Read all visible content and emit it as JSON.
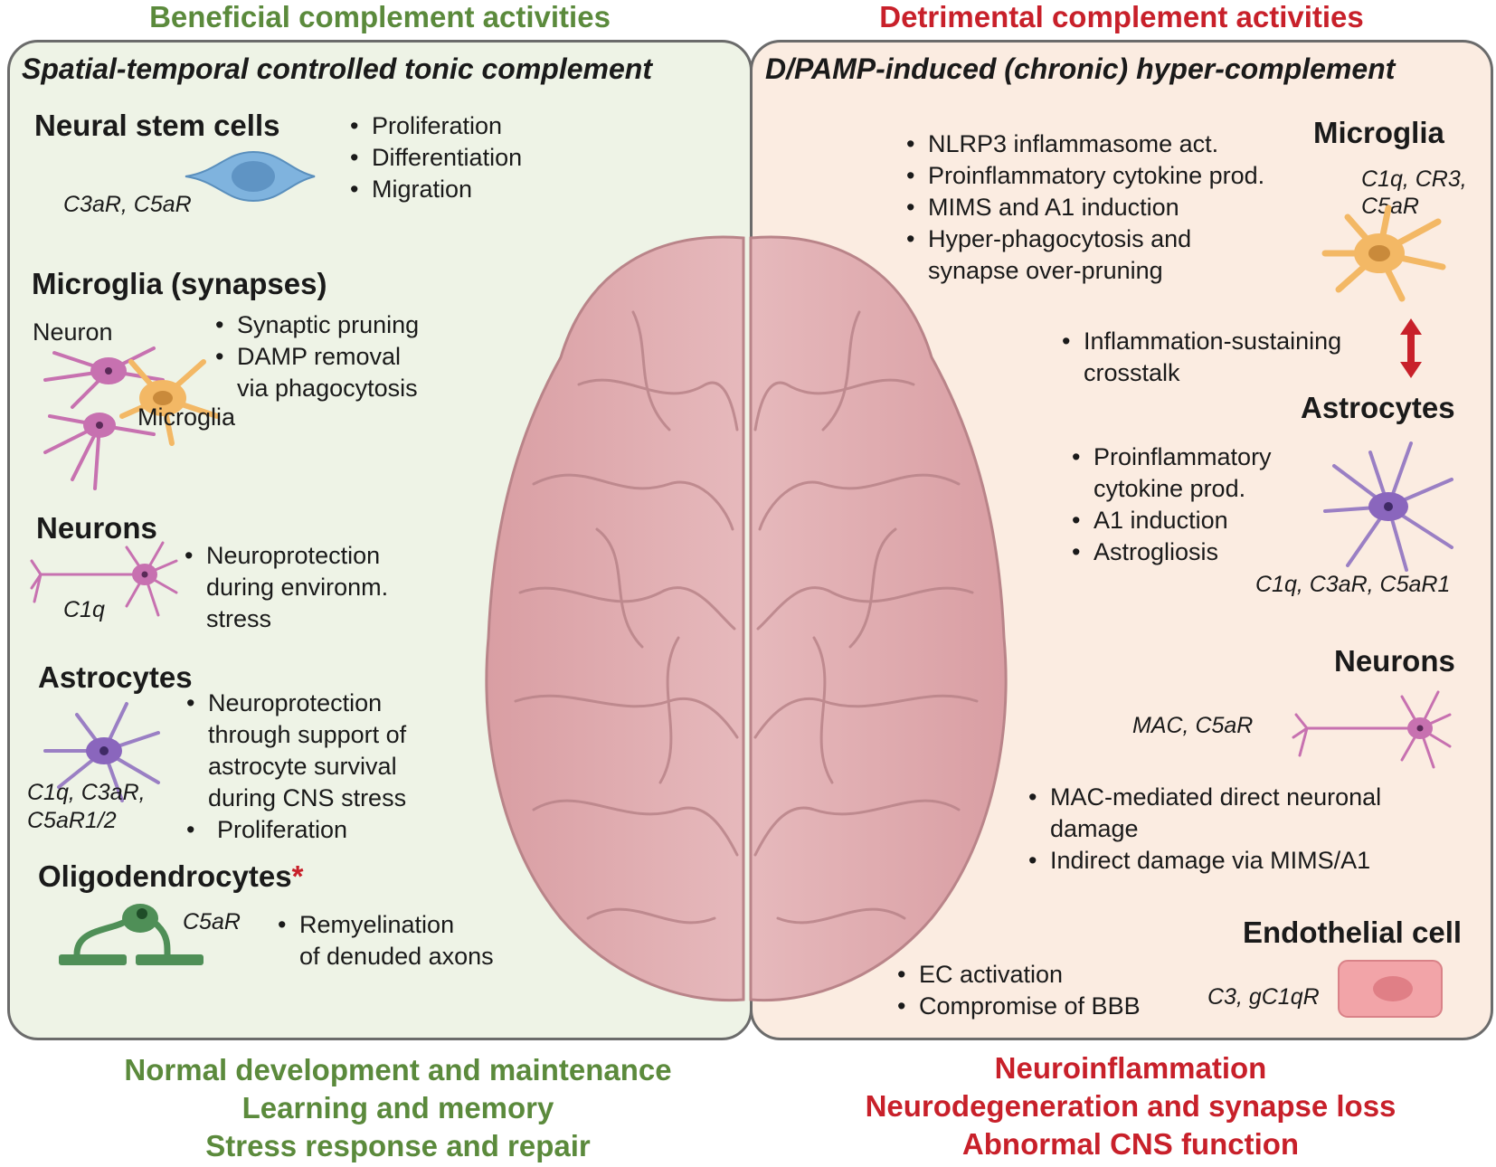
{
  "headers": {
    "left": "Beneficial complement activities",
    "right": "Detrimental complement activities"
  },
  "left_panel": {
    "subtitle": "Spatial-temporal controlled tonic complement",
    "neural_stem_cells": {
      "title": "Neural stem cells",
      "receptors": "C3aR, C5aR",
      "bullets": [
        "Proliferation",
        "Differentiation",
        "Migration"
      ]
    },
    "microglia_synapses": {
      "title": "Microglia (synapses)",
      "neuron_label": "Neuron",
      "microglia_label": "Microglia",
      "bullets": [
        "Synaptic pruning",
        "DAMP removal",
        "via phagocytosis"
      ]
    },
    "neurons": {
      "title": "Neurons",
      "receptors": "C1q",
      "bullets": [
        "Neuroprotection",
        "during environm.",
        "stress"
      ]
    },
    "astrocytes": {
      "title": "Astrocytes",
      "receptors_1": "C1q, C3aR,",
      "receptors_2": "C5aR1/2",
      "bullets": [
        "Neuroprotection",
        "through support of",
        "astrocyte survival",
        "during CNS stress",
        "Proliferation"
      ]
    },
    "oligodendrocytes": {
      "title": "Oligodendrocytes",
      "star": "*",
      "receptors": "C5aR",
      "bullets": [
        "Remyelination",
        "of denuded axons"
      ]
    }
  },
  "right_panel": {
    "subtitle": "D/PAMP-induced (chronic) hyper-complement",
    "microglia": {
      "title": "Microglia",
      "receptors_1": "C1q, CR3,",
      "receptors_2": "C5aR",
      "bullets": [
        "NLRP3 inflammasome act.",
        "Proinflammatory cytokine prod.",
        "MIMS and A1 induction",
        "Hyper-phagocytosis and",
        "synapse over-pruning"
      ]
    },
    "crosstalk": {
      "bullets": [
        "Inflammation-sustaining",
        "crosstalk"
      ]
    },
    "astrocytes": {
      "title": "Astrocytes",
      "receptors": "C1q, C3aR, C5aR1",
      "bullets": [
        "Proinflammatory",
        "cytokine prod.",
        "A1 induction",
        "Astrogliosis"
      ]
    },
    "neurons": {
      "title": "Neurons",
      "receptors": "MAC, C5aR",
      "bullets": [
        "MAC-mediated direct neuronal",
        "damage",
        "Indirect damage via MIMS/A1"
      ]
    },
    "endothelial": {
      "title": "Endothelial cell",
      "receptors": "C3, gC1qR",
      "bullets": [
        "EC activation",
        "Compromise of BBB"
      ]
    }
  },
  "outcomes": {
    "left": [
      "Normal development and maintenance",
      "Learning and memory",
      "Stress response and repair"
    ],
    "right": [
      "Neuroinflammation",
      "Neurodegeneration and synapse loss",
      "Abnormal CNS function"
    ]
  },
  "colors": {
    "beneficial": "#5b8a3c",
    "detrimental": "#c8202a",
    "left_panel_bg": "#eef3e6",
    "right_panel_bg": "#fbece1",
    "brain": "#dba8ac",
    "neuron": "#c771b0",
    "microglia": "#f3b865",
    "astrocyte": "#9a7fc4",
    "stem_cell": "#7fb3de",
    "oligodendrocyte": "#4f8f57",
    "endothelial": "#f2a4a8"
  }
}
